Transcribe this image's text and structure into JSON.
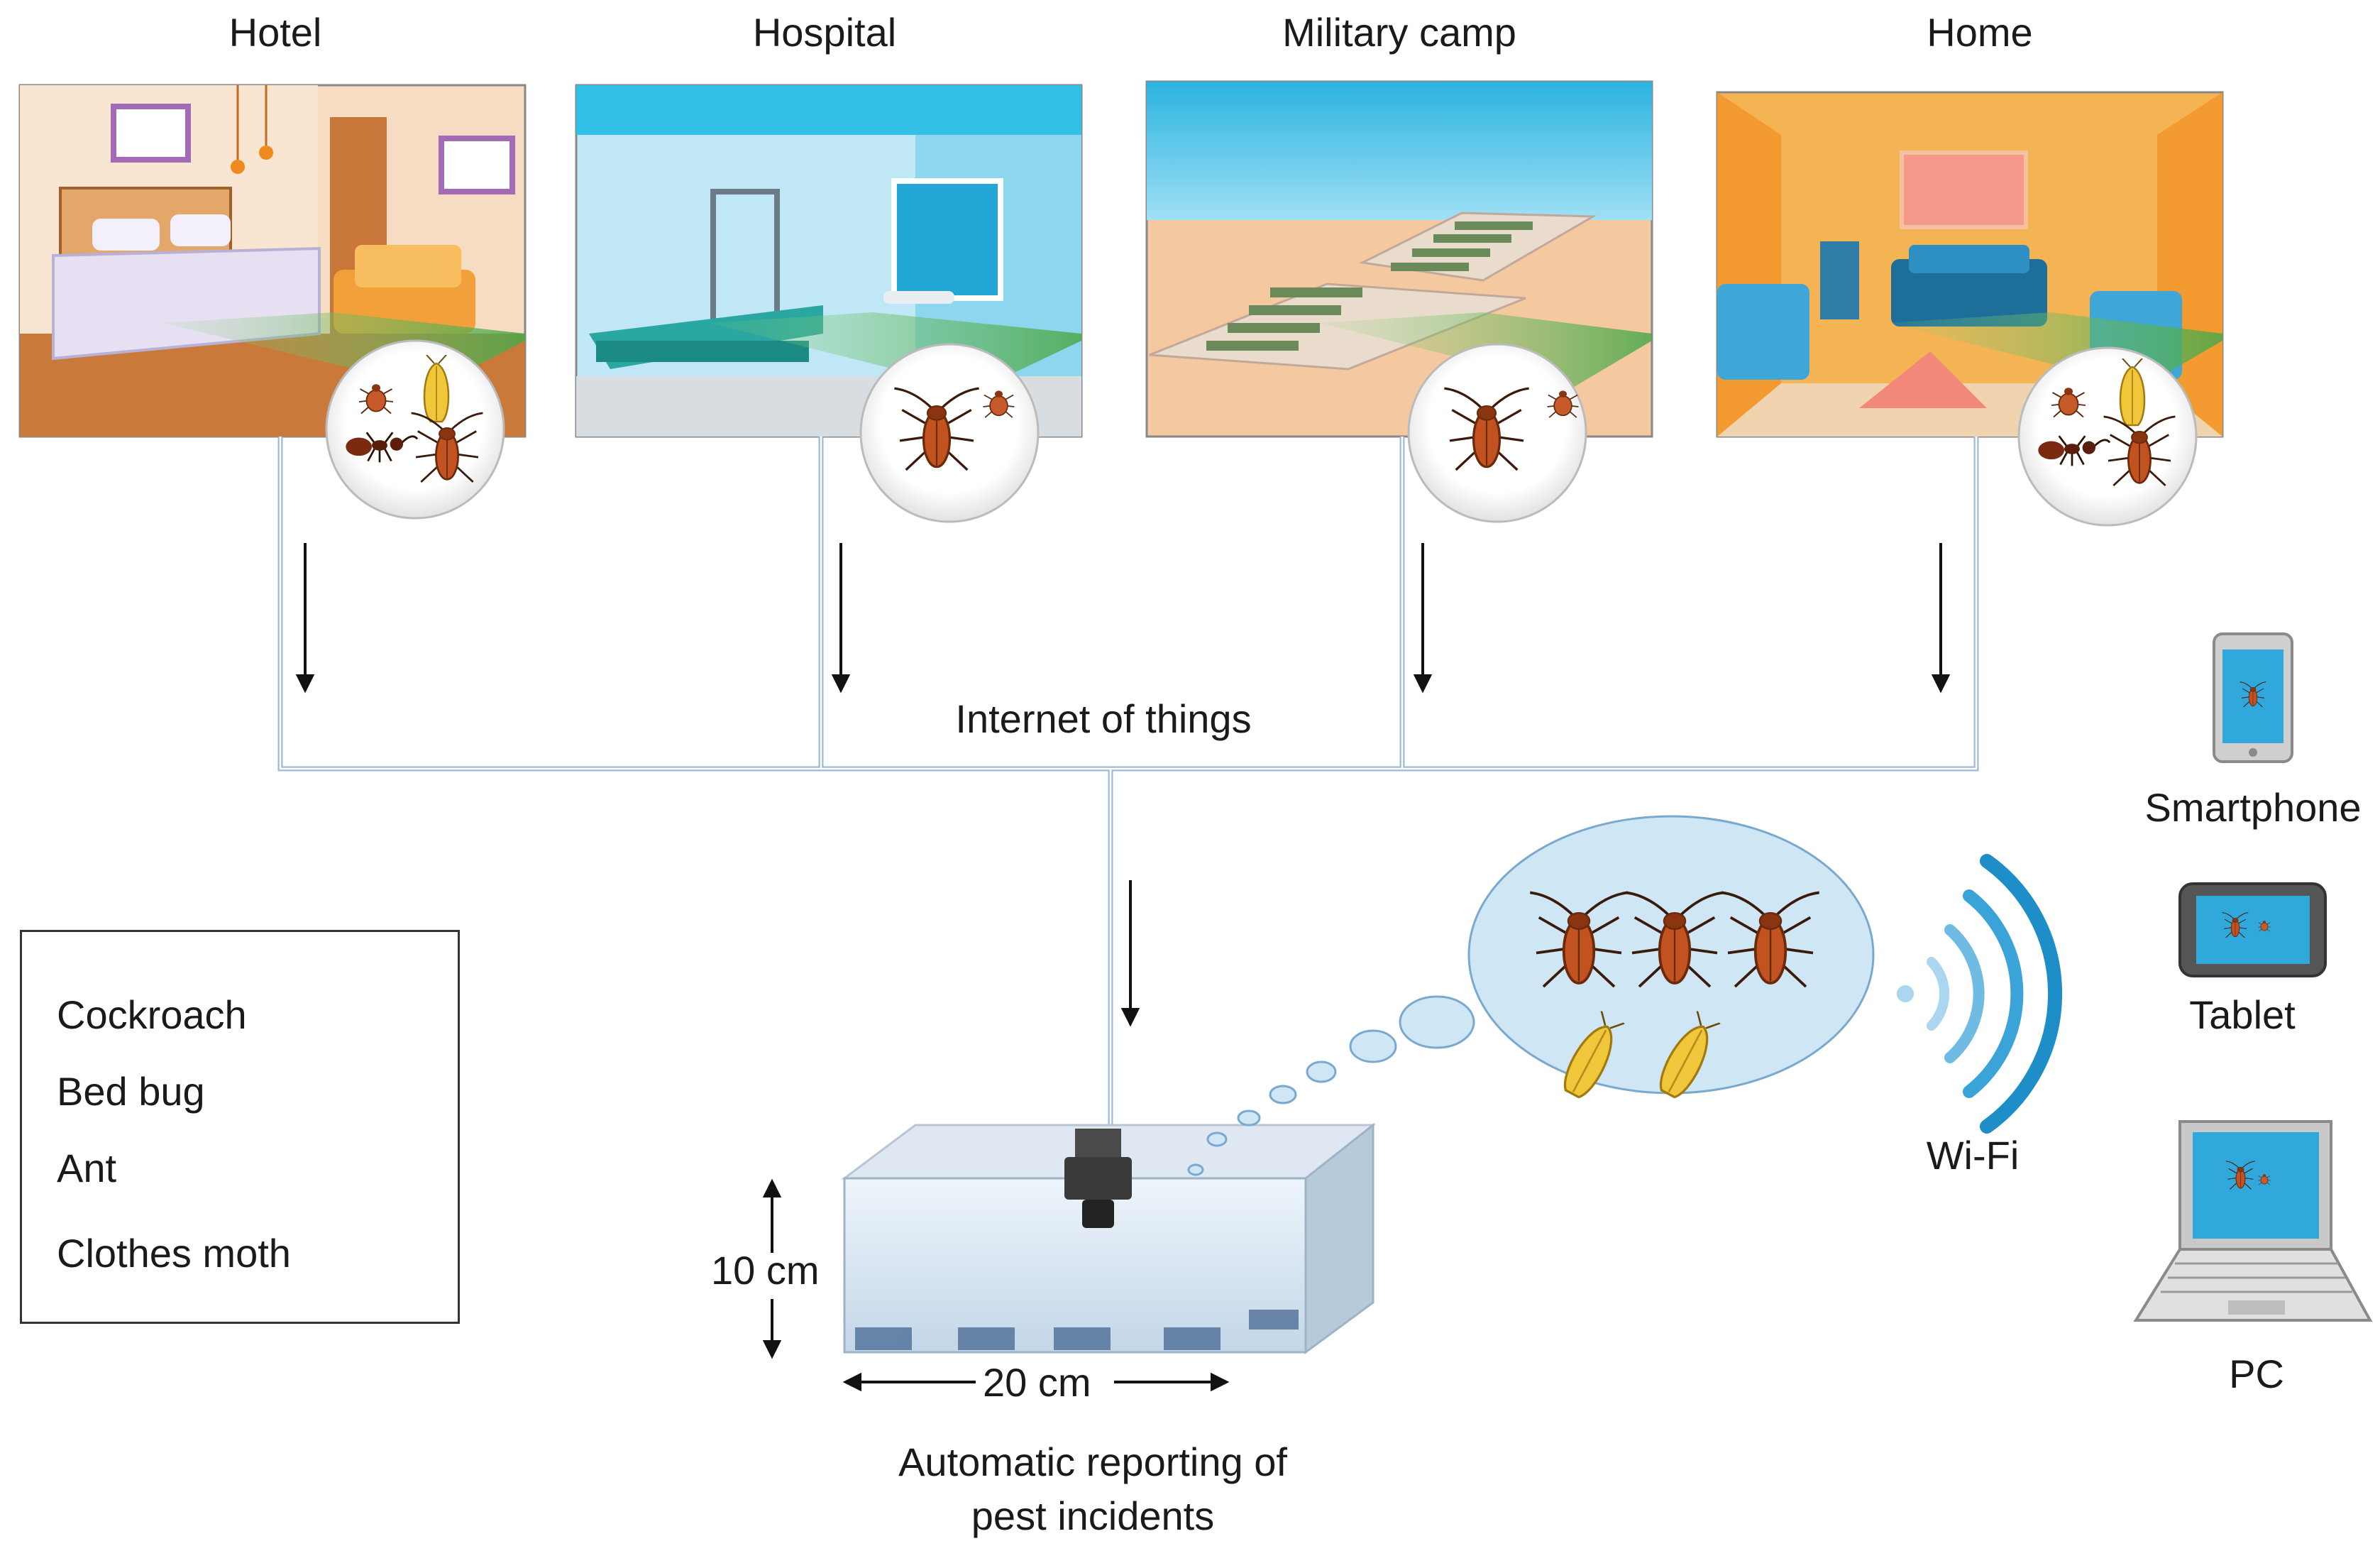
{
  "sites": [
    {
      "label": "Hotel"
    },
    {
      "label": "Hospital"
    },
    {
      "label": "Military camp"
    },
    {
      "label": "Home"
    }
  ],
  "network": {
    "label": "Internet of things"
  },
  "legend": {
    "items": [
      {
        "label": "Cockroach",
        "icon": "cockroach-icon"
      },
      {
        "label": "Bed bug",
        "icon": "bed-bug-icon"
      },
      {
        "label": "Ant",
        "icon": "ant-icon"
      },
      {
        "label": "Clothes moth",
        "icon": "clothes-moth-icon"
      }
    ]
  },
  "trap": {
    "height_label": "10 cm",
    "width_label": "20 cm",
    "caption_line1": "Automatic reporting of",
    "caption_line2": "pest incidents"
  },
  "wireless": {
    "label": "Wi-Fi"
  },
  "devices": [
    {
      "label": "Smartphone"
    },
    {
      "label": "Tablet"
    },
    {
      "label": "PC"
    }
  ],
  "colors": {
    "network_line": "#9fb8d4",
    "cockroach": "#c2521f",
    "wifi": "#1e8ec9",
    "bubble": "#cfe6f5"
  }
}
